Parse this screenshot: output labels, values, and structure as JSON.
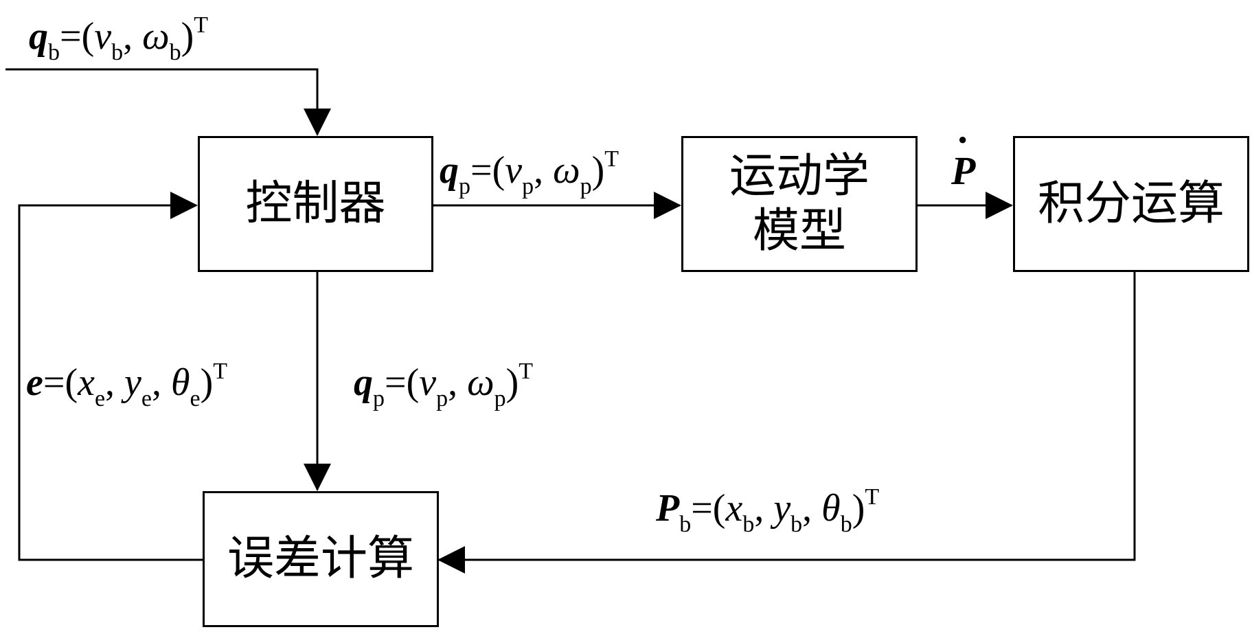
{
  "blocks": {
    "controller": "控制器",
    "kinematic_model_line1": "运动学",
    "kinematic_model_line2": "模型",
    "integration": "积分运算",
    "error_calc": "误差计算"
  },
  "signals": {
    "qb": {
      "sym": "q",
      "sub": "b",
      "v": "v",
      "v_sub": "b",
      "w": "ω",
      "w_sub": "b",
      "sup": "T"
    },
    "qp_top": {
      "sym": "q",
      "sub": "p",
      "v": "v",
      "v_sub": "p",
      "w": "ω",
      "w_sub": "p",
      "sup": "T"
    },
    "qp_mid": {
      "sym": "q",
      "sub": "p",
      "v": "v",
      "v_sub": "p",
      "w": "ω",
      "w_sub": "p",
      "sup": "T"
    },
    "pdot": {
      "sym": "P",
      "dot": "·"
    },
    "e": {
      "sym": "e",
      "x": "x",
      "x_sub": "e",
      "y": "y",
      "y_sub": "e",
      "t": "θ",
      "t_sub": "e",
      "sup": "T"
    },
    "pb": {
      "sym": "P",
      "sub": "b",
      "x": "x",
      "x_sub": "b",
      "y": "y",
      "y_sub": "b",
      "t": "θ",
      "t_sub": "b",
      "sup": "T"
    }
  }
}
